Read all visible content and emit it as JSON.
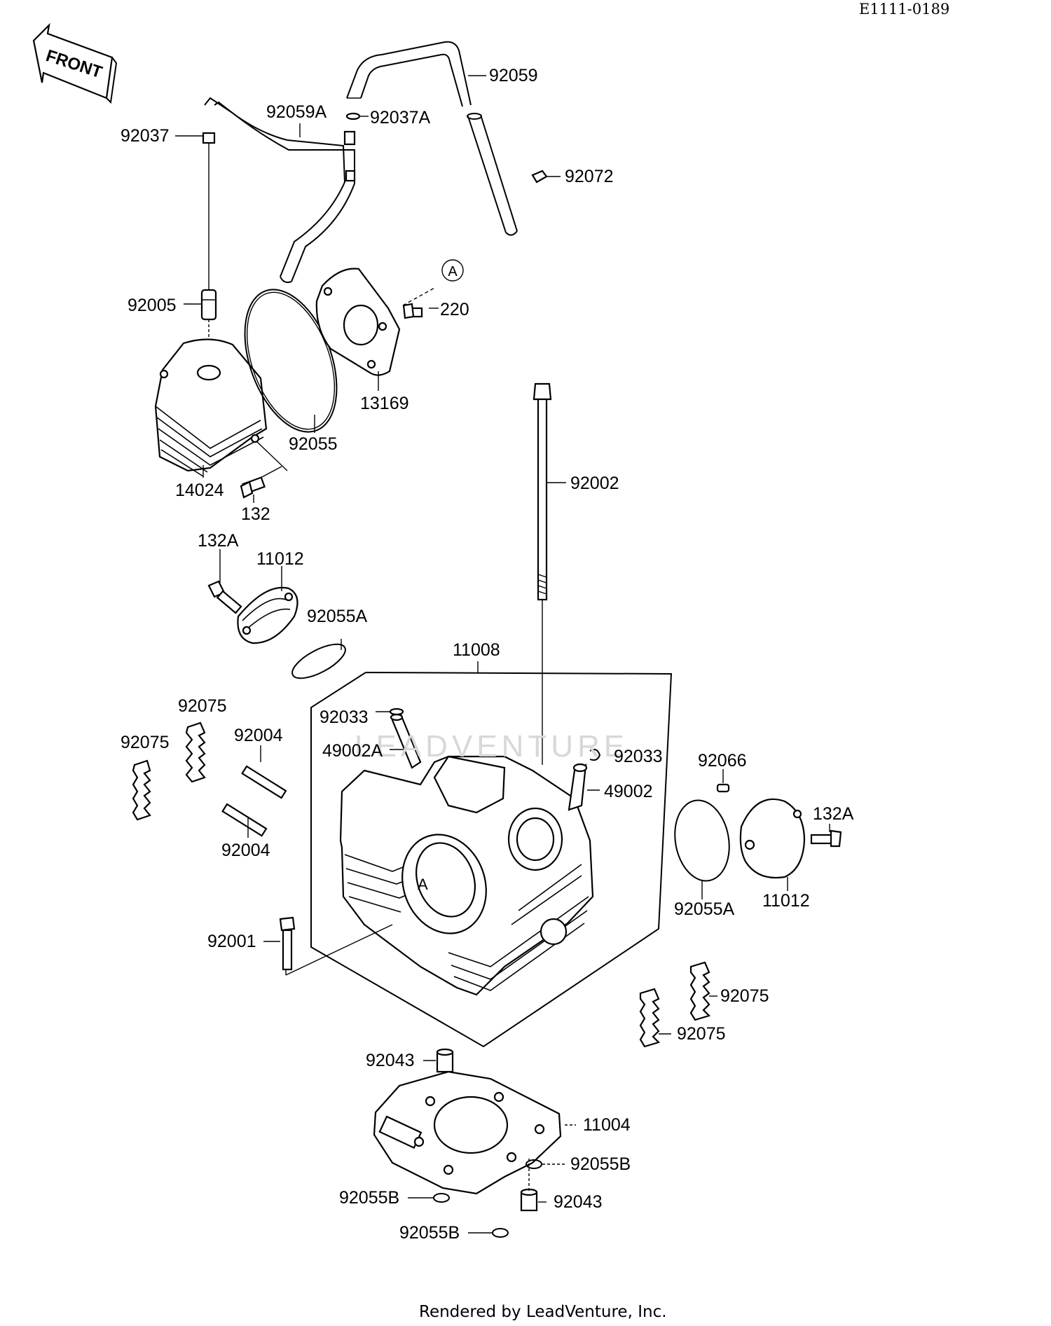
{
  "diagram_code": "E1111-0189",
  "front_arrow_label": "FRONT",
  "ref_marker": "A",
  "watermark": "LEADVENTURE",
  "footer": "Rendered by LeadVenture, Inc.",
  "parts": [
    {
      "id": "p01",
      "label": "92059"
    },
    {
      "id": "p02",
      "label": "92059A"
    },
    {
      "id": "p03",
      "label": "92037A"
    },
    {
      "id": "p04",
      "label": "92037"
    },
    {
      "id": "p05",
      "label": "92072"
    },
    {
      "id": "p06",
      "label": "220"
    },
    {
      "id": "p07",
      "label": "92005"
    },
    {
      "id": "p08",
      "label": "13169"
    },
    {
      "id": "p09",
      "label": "92055"
    },
    {
      "id": "p10",
      "label": "14024"
    },
    {
      "id": "p11",
      "label": "132"
    },
    {
      "id": "p12",
      "label": "92002"
    },
    {
      "id": "p13",
      "label": "132A"
    },
    {
      "id": "p14",
      "label": "11012"
    },
    {
      "id": "p15",
      "label": "92055A"
    },
    {
      "id": "p16",
      "label": "11008"
    },
    {
      "id": "p17",
      "label": "92075"
    },
    {
      "id": "p18",
      "label": "92075"
    },
    {
      "id": "p19",
      "label": "92004"
    },
    {
      "id": "p20",
      "label": "92004"
    },
    {
      "id": "p21",
      "label": "92033"
    },
    {
      "id": "p22",
      "label": "49002A"
    },
    {
      "id": "p23",
      "label": "92033"
    },
    {
      "id": "p24",
      "label": "49002"
    },
    {
      "id": "p25",
      "label": "92066"
    },
    {
      "id": "p26",
      "label": "132A"
    },
    {
      "id": "p27",
      "label": "92055A"
    },
    {
      "id": "p28",
      "label": "11012"
    },
    {
      "id": "p29",
      "label": "92001"
    },
    {
      "id": "p30",
      "label": "92075"
    },
    {
      "id": "p31",
      "label": "92075"
    },
    {
      "id": "p32",
      "label": "92043"
    },
    {
      "id": "p33",
      "label": "11004"
    },
    {
      "id": "p34",
      "label": "92055B"
    },
    {
      "id": "p35",
      "label": "92055B"
    },
    {
      "id": "p36",
      "label": "92043"
    },
    {
      "id": "p37",
      "label": "92055B"
    }
  ]
}
